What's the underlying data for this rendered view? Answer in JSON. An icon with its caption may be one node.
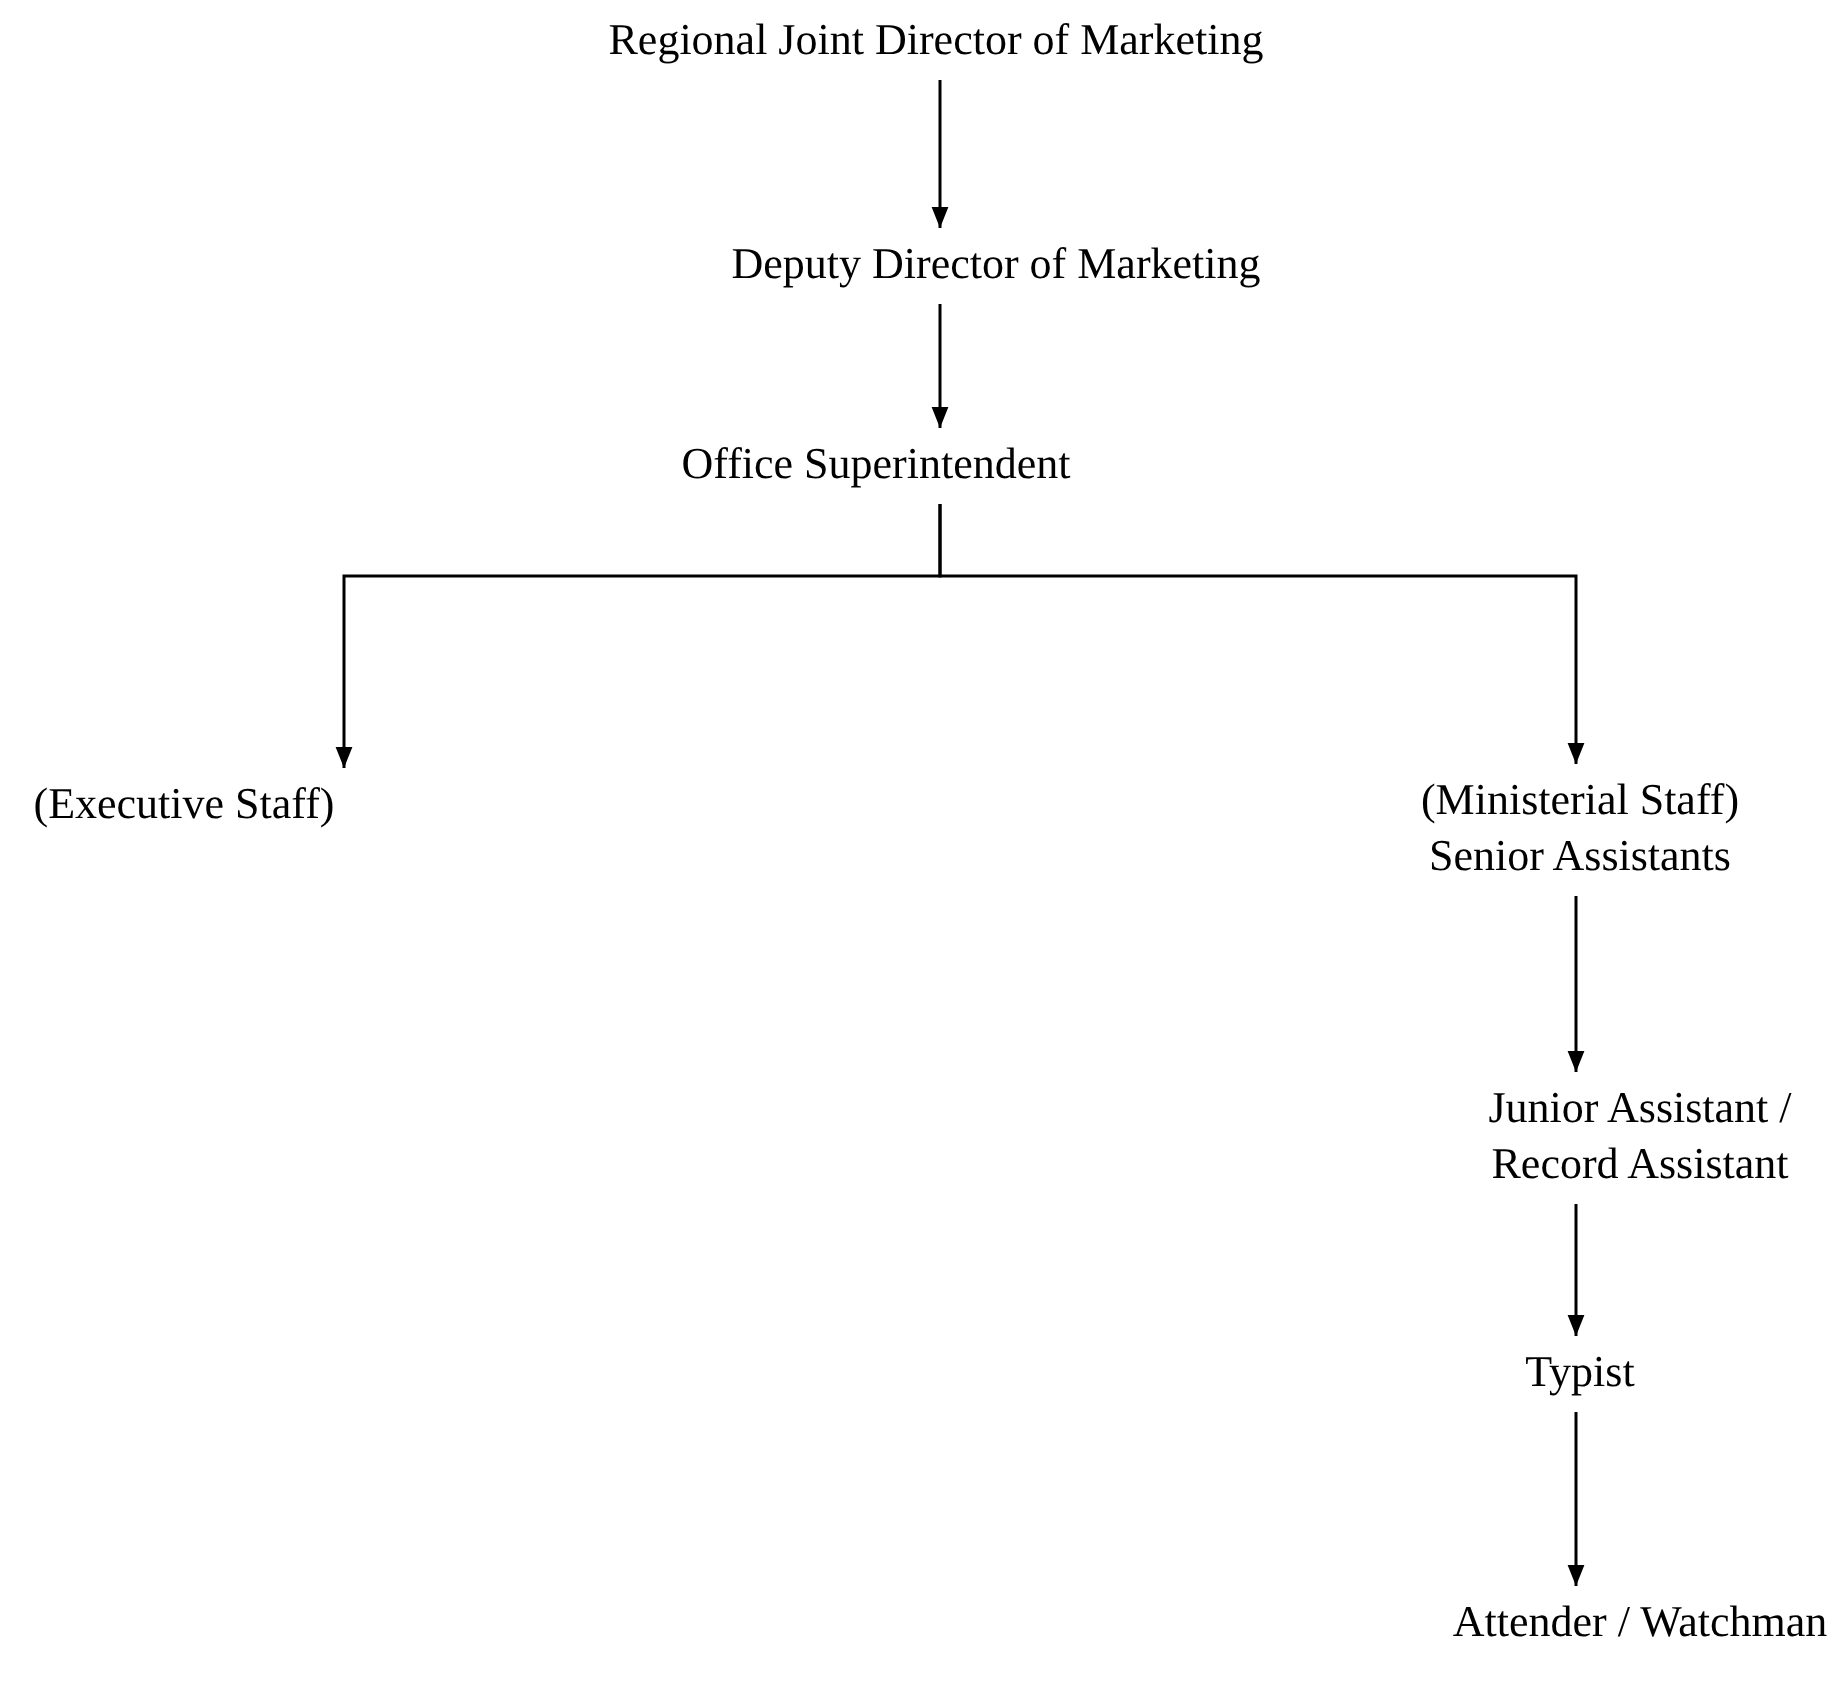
{
  "diagram": {
    "nodes": [
      {
        "text": [
          "Regional Joint Director of Marketing"
        ]
      },
      {
        "text": [
          "Deputy Director of Marketing"
        ]
      },
      {
        "text": [
          "Office Superintendent"
        ]
      },
      {
        "text": [
          "(Executive Staff)"
        ]
      },
      {
        "text": [
          "(Ministerial Staff)",
          "Senior Assistants"
        ]
      },
      {
        "text": [
          "Junior Assistant / Record Assistant"
        ]
      },
      {
        "text": [
          "Typist"
        ]
      },
      {
        "text": [
          "Attender / Watchman"
        ]
      }
    ],
    "edges": [
      {
        "from": 0,
        "to": 1,
        "arrow": "to"
      },
      {
        "from": 1,
        "to": 2,
        "arrow": "to"
      },
      {
        "from": 2,
        "to": 3,
        "arrow": "to"
      },
      {
        "from": 2,
        "to": 4,
        "arrow": "to"
      },
      {
        "from": 4,
        "to": 5,
        "arrow": "to"
      },
      {
        "from": 5,
        "to": 6,
        "arrow": "to"
      },
      {
        "from": 6,
        "to": 7,
        "arrow": "to"
      }
    ]
  }
}
